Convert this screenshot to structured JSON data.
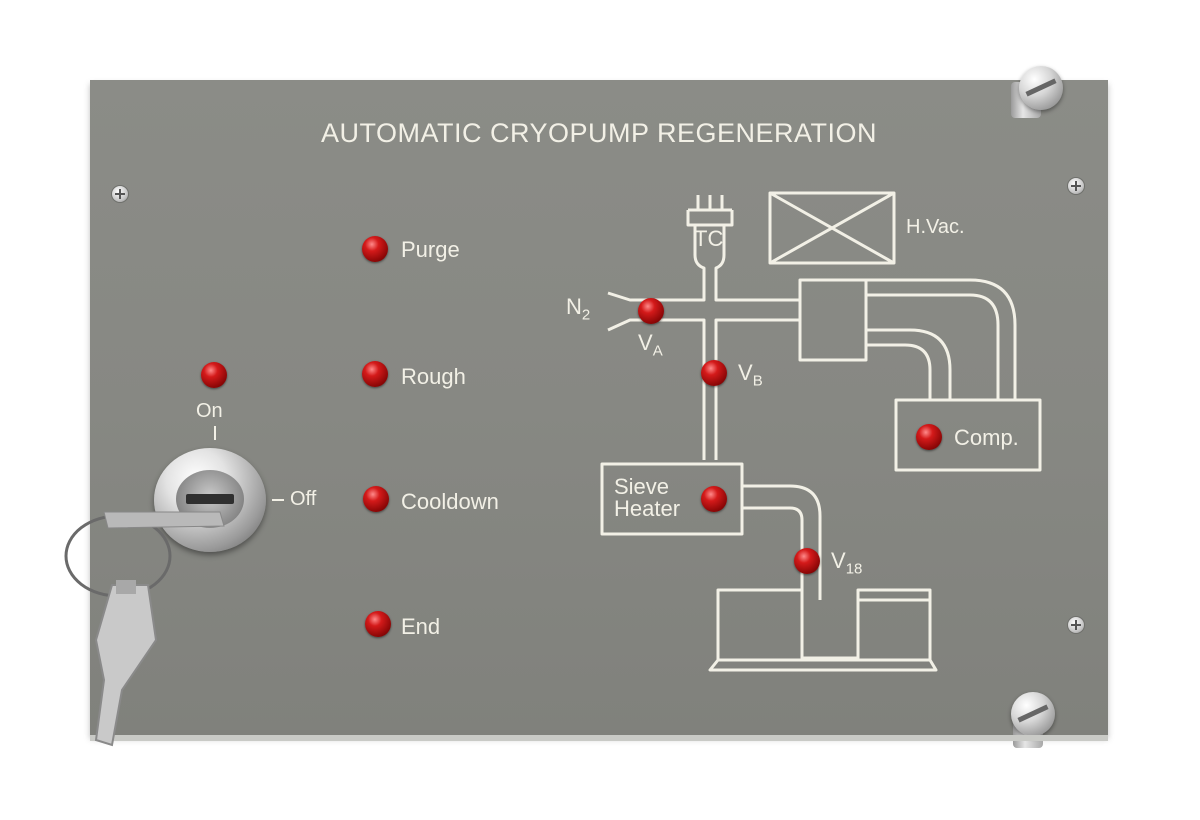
{
  "panel": {
    "title": "AUTOMATIC CRYOPUMP REGENERATION",
    "key_switch": {
      "on_label": "On",
      "off_label": "Off"
    },
    "status_lights": [
      {
        "label": "Purge"
      },
      {
        "label": "Rough"
      },
      {
        "label": "Cooldown"
      },
      {
        "label": "End"
      }
    ],
    "diagram": {
      "tc": "TC",
      "hvac": "H.Vac.",
      "n2": {
        "base": "N",
        "sub": "2"
      },
      "va": {
        "base": "V",
        "sub": "A"
      },
      "vb": {
        "base": "V",
        "sub": "B"
      },
      "v18": {
        "base": "V",
        "sub": "18"
      },
      "comp": "Comp.",
      "sieve_line1": "Sieve",
      "sieve_line2": "Heater"
    },
    "colors": {
      "panel": "#878883",
      "legend": "#f2f0e6",
      "led": "#c81414"
    }
  }
}
